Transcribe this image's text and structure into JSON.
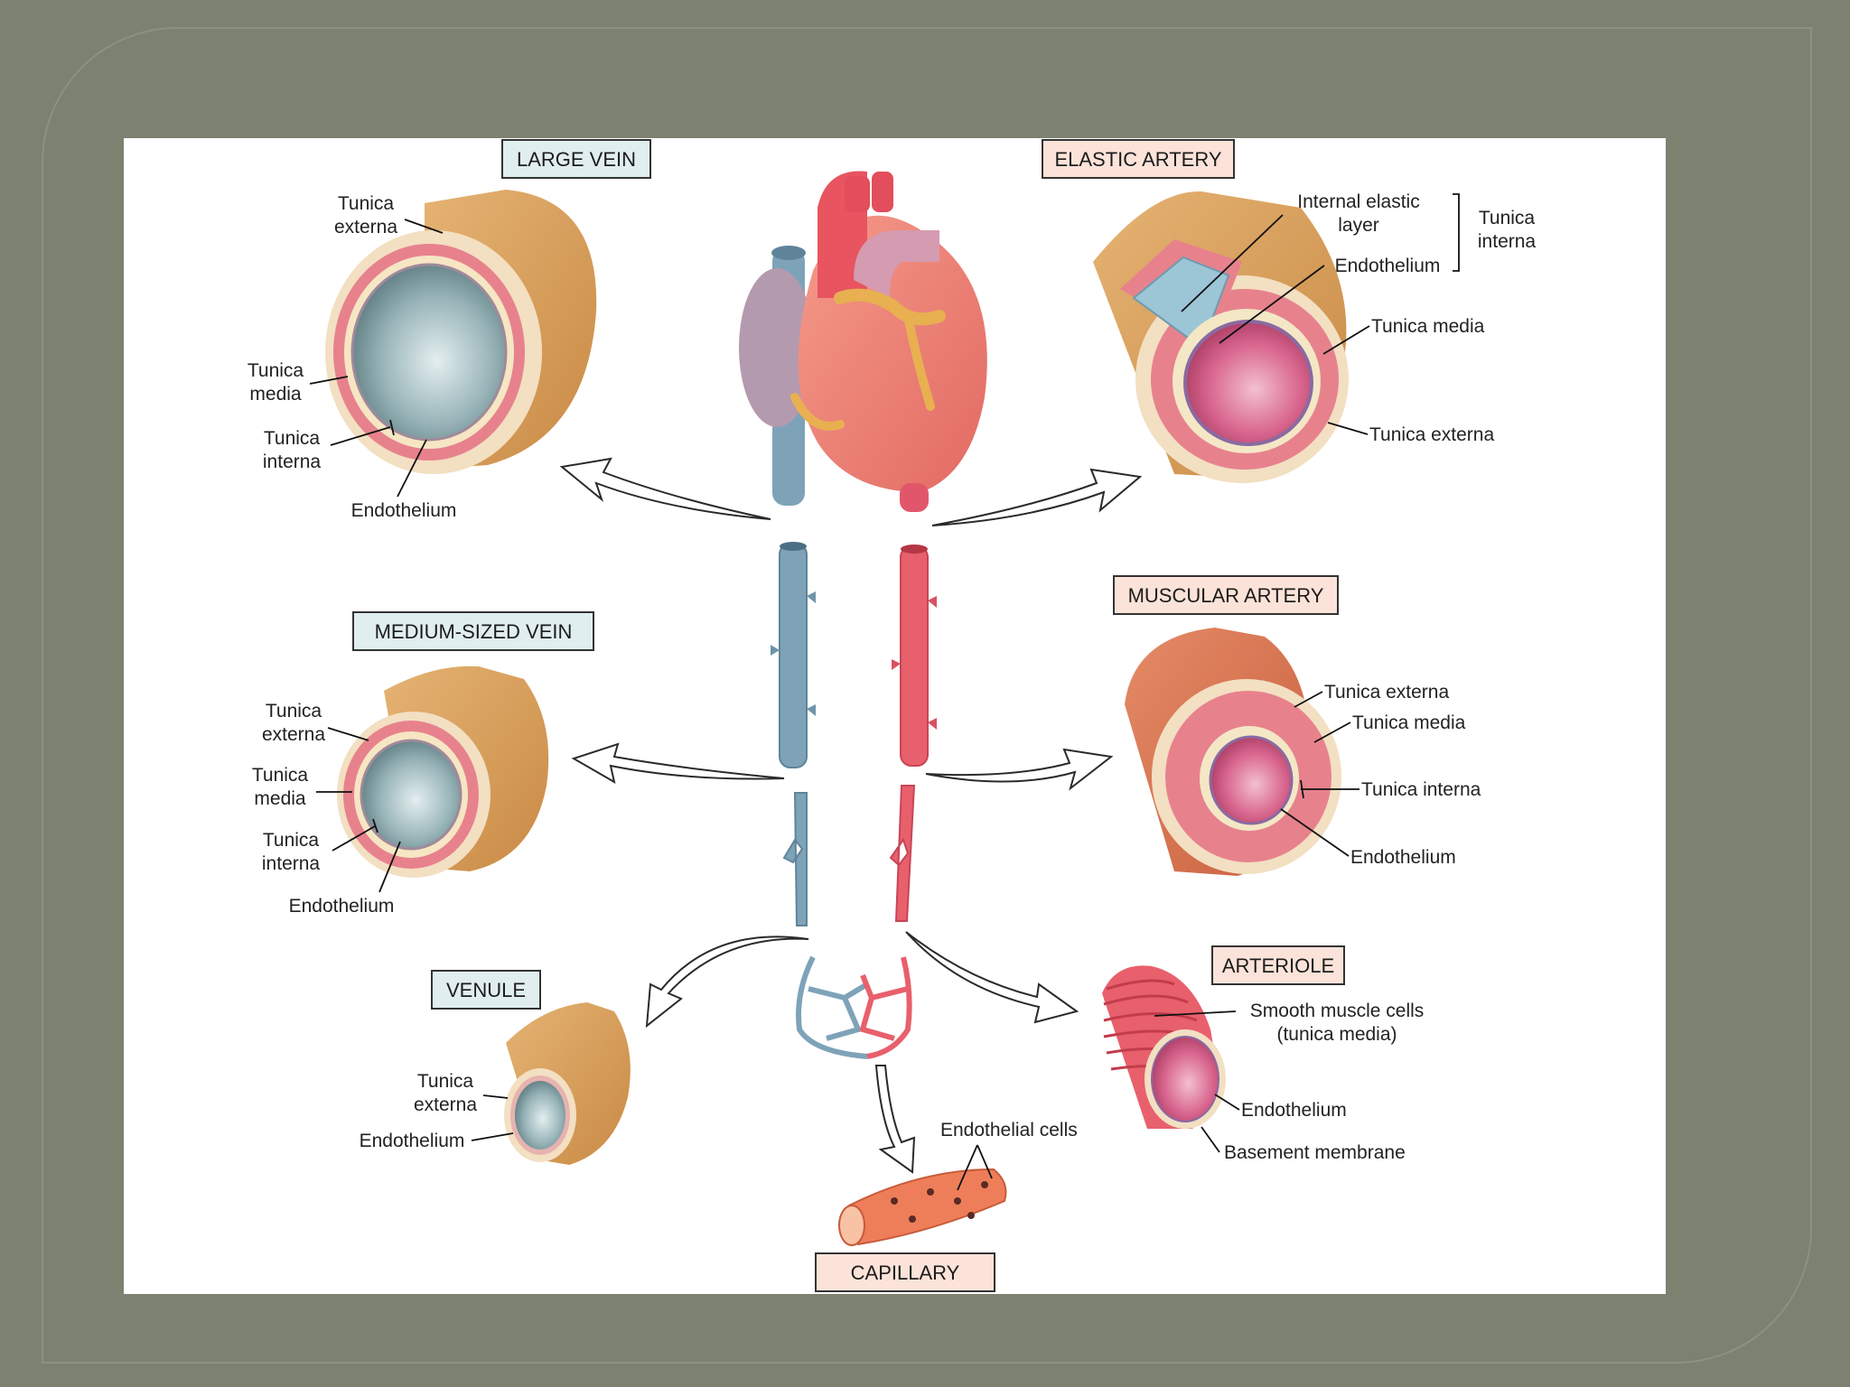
{
  "titles": {
    "large_vein": "LARGE VEIN",
    "elastic_artery": "ELASTIC ARTERY",
    "muscular_artery": "MUSCULAR ARTERY",
    "medium_vein": "MEDIUM-SIZED VEIN",
    "venule": "VENULE",
    "arteriole": "ARTERIOLE",
    "capillary": "CAPILLARY"
  },
  "large_vein": {
    "tunica_externa": [
      "Tunica",
      "externa"
    ],
    "tunica_media": [
      "Tunica",
      "media"
    ],
    "tunica_interna": [
      "Tunica",
      "interna"
    ],
    "endothelium": "Endothelium"
  },
  "elastic_artery": {
    "internal_elastic_layer": [
      "Internal elastic",
      "layer"
    ],
    "endothelium": "Endothelium",
    "tunica_interna": [
      "Tunica",
      "interna"
    ],
    "tunica_media": "Tunica media",
    "tunica_externa": "Tunica externa"
  },
  "muscular_artery": {
    "tunica_externa": "Tunica externa",
    "tunica_media": "Tunica media",
    "tunica_interna": "Tunica interna",
    "endothelium": "Endothelium"
  },
  "medium_vein": {
    "tunica_externa": [
      "Tunica",
      "externa"
    ],
    "tunica_media": [
      "Tunica",
      "media"
    ],
    "tunica_interna": [
      "Tunica",
      "interna"
    ],
    "endothelium": "Endothelium"
  },
  "venule": {
    "tunica_externa": [
      "Tunica",
      "externa"
    ],
    "endothelium": "Endothelium"
  },
  "arteriole": {
    "smooth_muscle": [
      "Smooth muscle cells",
      "(tunica media)"
    ],
    "endothelium": "Endothelium",
    "basement_membrane": "Basement membrane"
  },
  "capillary": {
    "endothelial_cells": "Endothelial cells"
  },
  "colors": {
    "vein_blue": "#7a9fb4",
    "artery_red": "#e85a6a",
    "externa_tan": "#d9a15e",
    "media_pink": "#e87d8a",
    "lumen_vein": "#6f8f94",
    "lumen_artery": "#c94a6e",
    "title_box_vein": "#e1eef0",
    "title_box_artery": "#fbe3d9"
  }
}
